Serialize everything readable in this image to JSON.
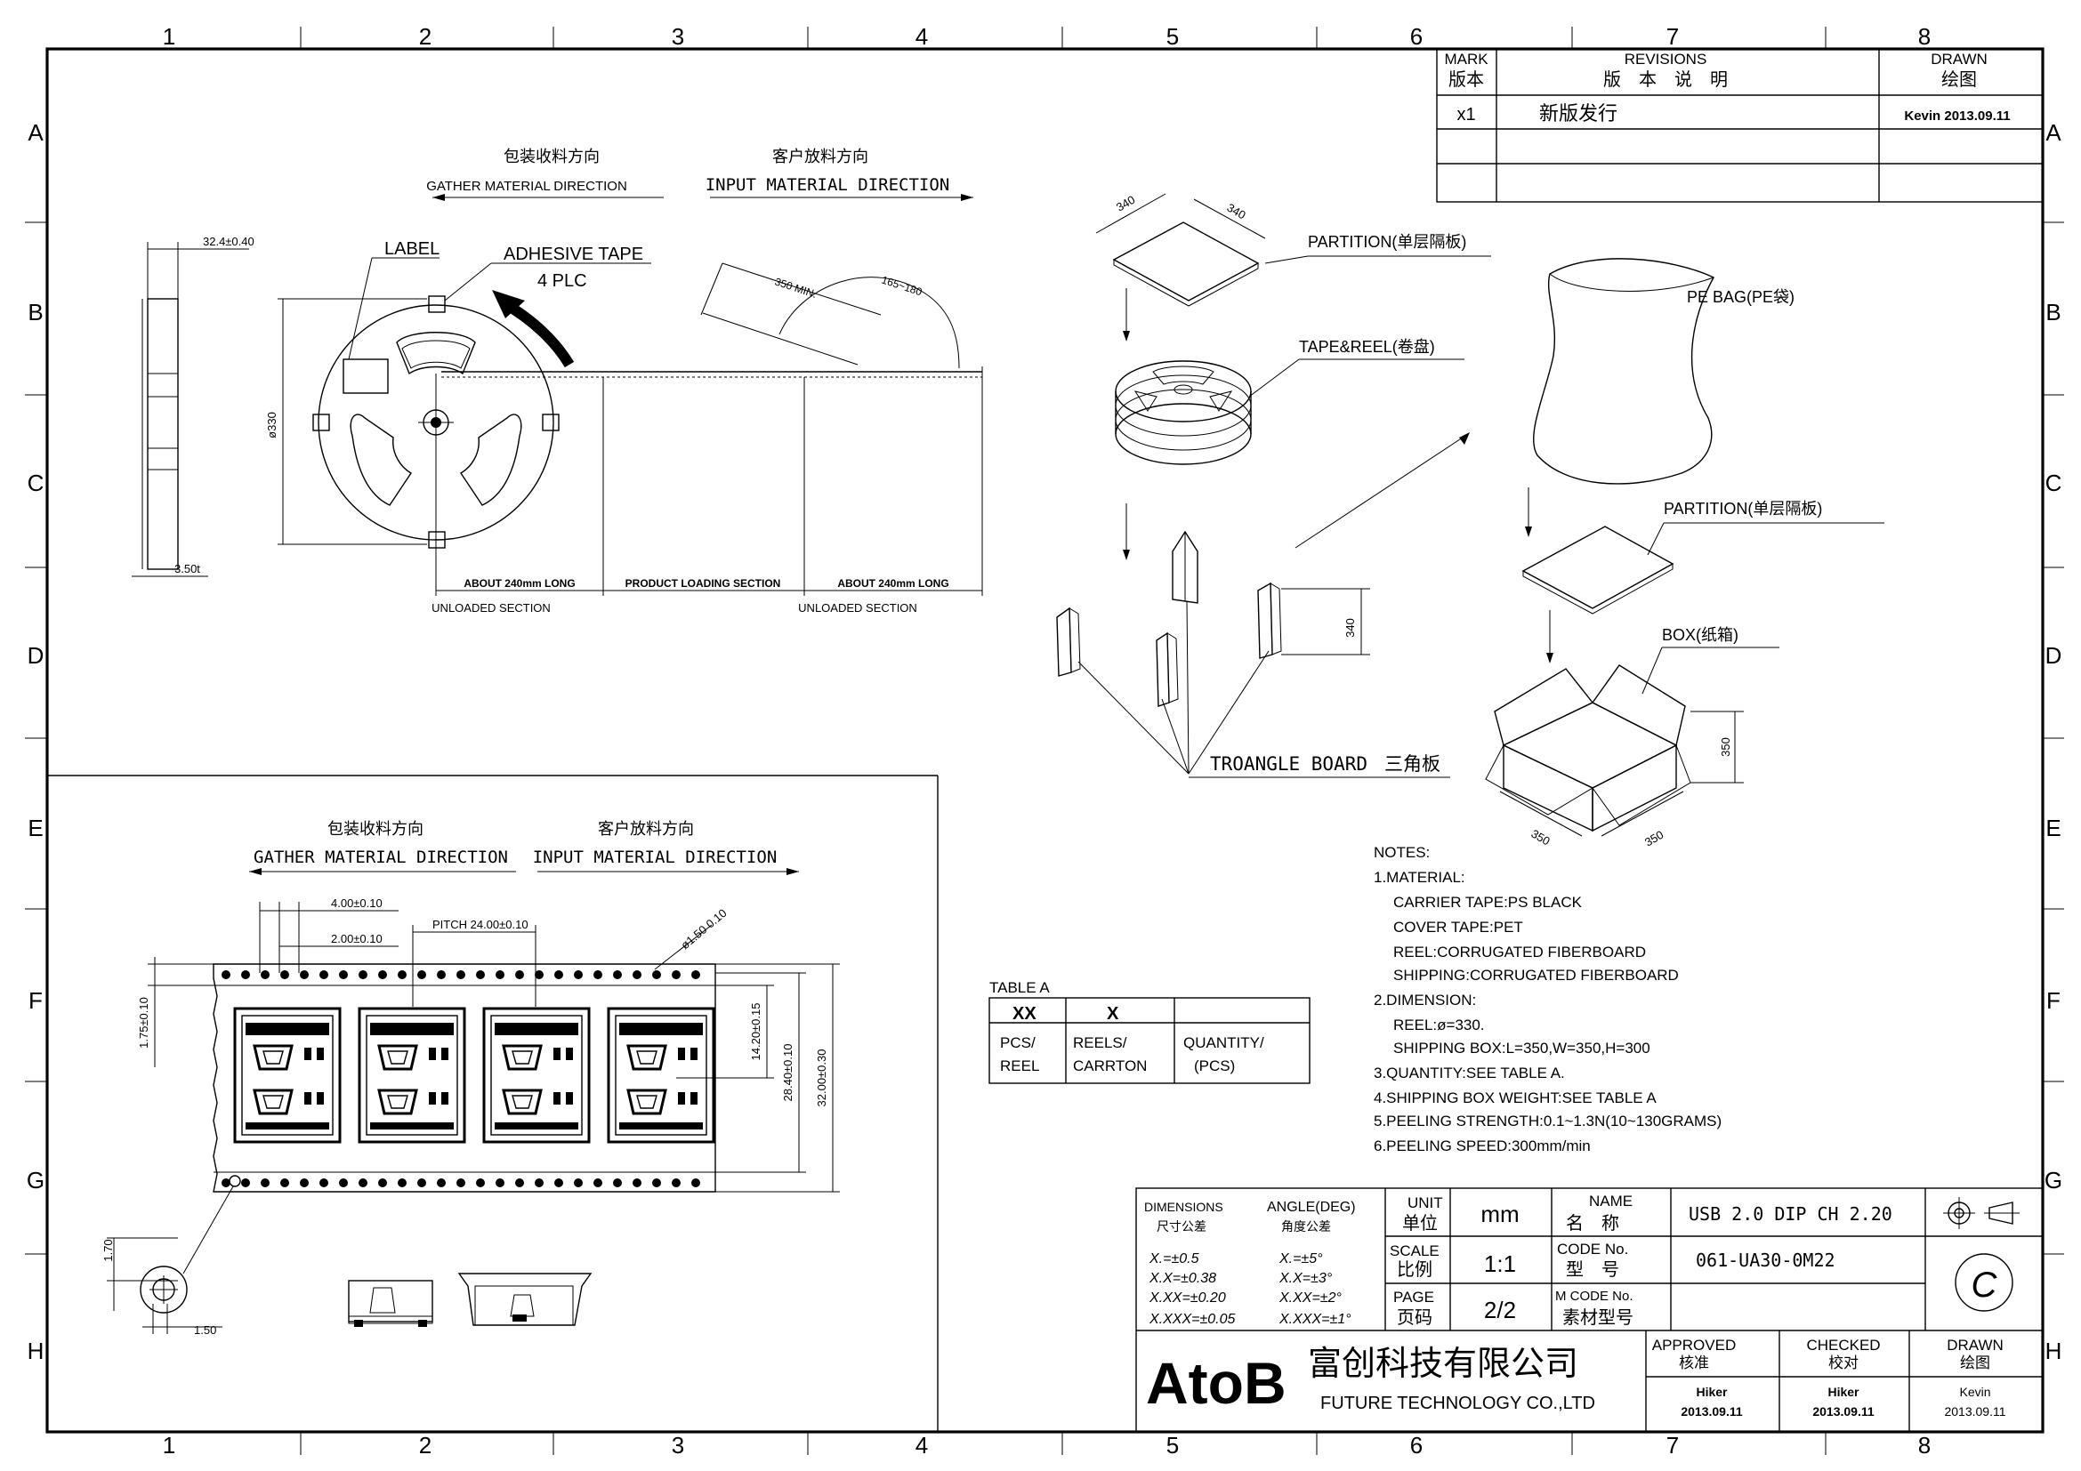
{
  "grid": {
    "columns": [
      "1",
      "2",
      "3",
      "4",
      "5",
      "6",
      "7",
      "8"
    ],
    "rows": [
      "A",
      "B",
      "C",
      "D",
      "E",
      "F",
      "G",
      "H"
    ]
  },
  "revisions": {
    "mark_en": "MARK",
    "mark_cn": "版本",
    "rev_en": "REVISIONS",
    "rev_cn": "版　本　说　明",
    "drawn_en": "DRAWN",
    "drawn_cn": "绘图",
    "entry_mark": "x1",
    "entry_desc": "新版发行",
    "entry_drawn": "Kevin  2013.09.11"
  },
  "reel_view": {
    "gather_cn": "包装收料方向",
    "gather_en": "GATHER MATERIAL DIRECTION",
    "input_cn": "客户放料方向",
    "input_en": "INPUT MATERIAL DIRECTION",
    "label": "LABEL",
    "adhesive": "ADHESIVE TAPE",
    "plc": "4 PLC",
    "dim_side_width": "32.4±0.40",
    "dim_side_bottom": "3.50t",
    "dim_dia": "ø330",
    "dim_350": "350 MIN.",
    "dim_angle": "165~180",
    "about_240_a": "ABOUT 240mm LONG",
    "product_loading": "PRODUCT LOADING SECTION",
    "about_240_b": "ABOUT 240mm LONG",
    "unloaded_a": "UNLOADED SECTION",
    "unloaded_b": "UNLOADED SECTION"
  },
  "packing": {
    "partition_a": "PARTITION(单层隔板)",
    "tape_reel": "TAPE&REEL(卷盘)",
    "pe_bag": "PE BAG(PE袋)",
    "partition_b": "PARTITION(单层隔板)",
    "box": "BOX(纸箱)",
    "triangle": "TROANGLE BOARD",
    "triangle_cn": "三角板",
    "dim_340a": "340",
    "dim_340b": "340",
    "dim_340c": "340",
    "dim_350a": "350",
    "dim_350b": "350",
    "dim_350c": "350"
  },
  "tape_view": {
    "gather_cn": "包装收料方向",
    "gather_en": "GATHER MATERIAL DIRECTION",
    "input_cn": "客户放料方向",
    "input_en": "INPUT MATERIAL DIRECTION",
    "d_400": "4.00±0.10",
    "d_200": "2.00±0.10",
    "d_pitch": "PITCH 24.00±0.10",
    "d_hole": "ø1.50 0.10",
    "d_175": "1.75±0.10",
    "d_1420": "14.20±0.15",
    "d_2840": "28.40±0.10",
    "d_3200": "32.00±0.30",
    "d_170": "1.70",
    "d_150": "1.50"
  },
  "table_a": {
    "title": "TABLE A",
    "h1": "XX",
    "h2": "X",
    "c1a": "PCS/",
    "c1b": "REEL",
    "c2a": "REELS/",
    "c2b": "CARRTON",
    "c3a": "QUANTITY/",
    "c3b": "(PCS)"
  },
  "notes": {
    "title": "NOTES:",
    "lines": [
      "1.MATERIAL:",
      "   CARRIER TAPE:PS BLACK",
      "   COVER TAPE:PET",
      "   REEL:CORRUGATED FIBERBOARD",
      "   SHIPPING:CORRUGATED FIBERBOARD",
      "2.DIMENSION:",
      "   REEL:ø=330.",
      "   SHIPPING BOX:L=350,W=350,H=300",
      "3.QUANTITY:SEE TABLE A.",
      "4.SHIPPING BOX WEIGHT:SEE TABLE A",
      "5.PEELING STRENGTH:0.1~1.3N(10~130GRAMS)",
      "6.PEELING SPEED:300mm/min"
    ]
  },
  "title_block": {
    "dim_en": "DIMENSIONS",
    "dim_cn": "尺寸公差",
    "ang_en": "ANGLE(DEG)",
    "ang_cn": "角度公差",
    "tol": [
      "X.=±0.5",
      "X.X=±0.38",
      "X.XX=±0.20",
      "X.XXX=±0.05"
    ],
    "ang": [
      "X.=±5°",
      "X.X=±3°",
      "X.XX=±2°",
      "X.XXX=±1°"
    ],
    "unit_en": "UNIT",
    "unit_cn": "单位",
    "unit_val": "mm",
    "scale_en": "SCALE",
    "scale_cn": "比例",
    "scale_val": "1:1",
    "page_en": "PAGE",
    "page_cn": "页码",
    "page_val": "2/2",
    "name_en": "NAME",
    "name_cn": "名　称",
    "name_val": "USB 2.0 DIP CH 2.20",
    "code_en": "CODE No.",
    "code_cn": "型　号",
    "code_val": "061-UA30-0M22",
    "mcode_en": "M CODE No.",
    "mcode_cn": "素材型号",
    "rev_letter": "C",
    "company_logo": "AtoB",
    "company_cn": "富创科技有限公司",
    "company_en": "FUTURE TECHNOLOGY CO.,LTD",
    "approved_en": "APPROVED",
    "approved_cn": "核准",
    "checked_en": "CHECKED",
    "checked_cn": "校对",
    "drawn_en": "DRAWN",
    "drawn_cn": "绘图",
    "approved_by": "Hiker",
    "approved_date": "2013.09.11",
    "checked_by": "Hiker",
    "checked_date": "2013.09.11",
    "drawn_by": "Kevin",
    "drawn_date": "2013.09.11"
  }
}
